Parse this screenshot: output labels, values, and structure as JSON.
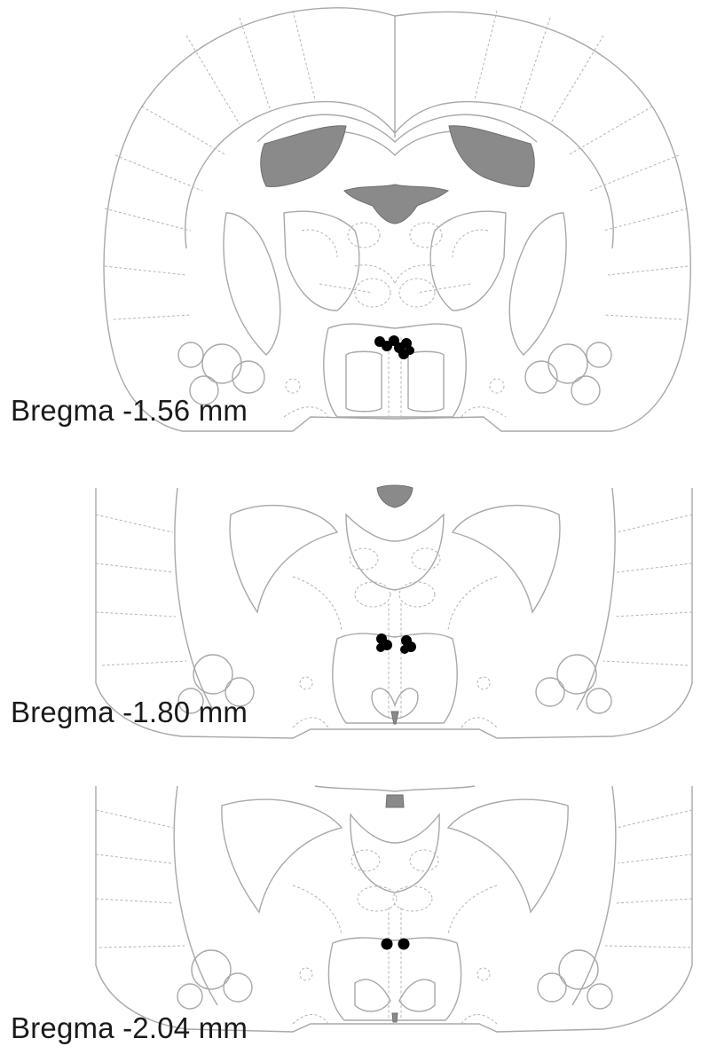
{
  "sections": [
    {
      "id": "s1",
      "label": "Bregma -1.56 mm"
    },
    {
      "id": "s2",
      "label": "Bregma -1.80 mm"
    },
    {
      "id": "s3",
      "label": "Bregma -2.04 mm"
    }
  ],
  "colors": {
    "outline": "#a8a8a8",
    "ventricle": "#8a8a8a",
    "injection_site": "#000000",
    "label": "#1a1a1a"
  }
}
